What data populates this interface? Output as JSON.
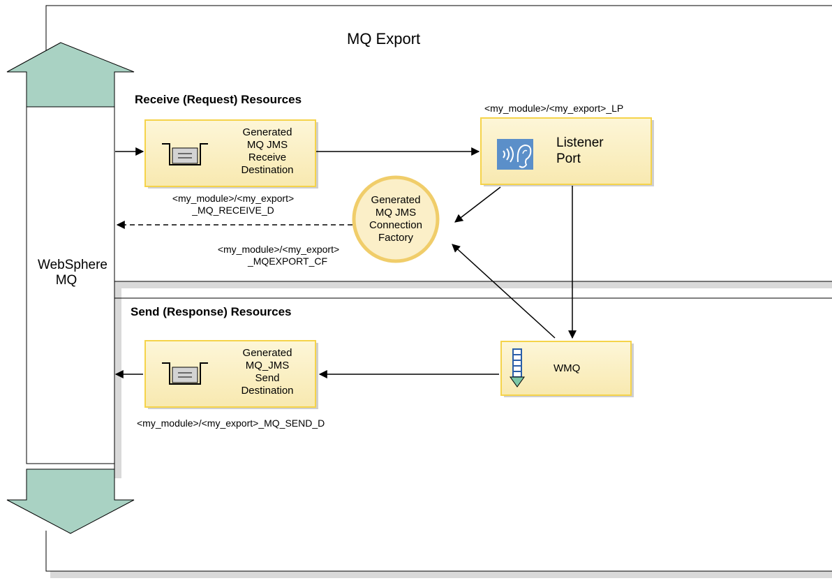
{
  "title": "MQ Export",
  "side_label": [
    "WebSphere",
    "MQ"
  ],
  "sections": {
    "receive": "Receive (Request) Resources",
    "send": "Send (Response) Resources"
  },
  "nodes": {
    "receive_destination": {
      "lines": [
        "Generated",
        "MQ JMS",
        "Receive",
        "Destination"
      ],
      "caption": [
        "<my_module>/<my_export>",
        "_MQ_RECEIVE_D"
      ],
      "icon": "queue-icon"
    },
    "listener_port": {
      "lines": [
        "Listener",
        "Port"
      ],
      "caption": "<my_module>/<my_export>_LP",
      "icon": "ear-icon"
    },
    "connection_factory": {
      "lines": [
        "Generated",
        "MQ JMS",
        "Connection",
        "Factory"
      ],
      "caption": [
        "<my_module>/<my_export>",
        "_MQEXPORT_CF"
      ]
    },
    "wmq": {
      "label": "WMQ",
      "icon": "ladder-arrow-icon"
    },
    "send_destination": {
      "lines": [
        "Generated",
        "MQ_JMS",
        "Send",
        "Destination"
      ],
      "caption": "<my_module>/<my_export>_MQ_SEND_D",
      "icon": "queue-icon"
    }
  },
  "colors": {
    "box_fill": "#fbf0c8",
    "box_border": "#f5d34a",
    "circle_fill": "#fbefc8",
    "circle_border": "#f0cd6a",
    "arrow_fill": "#a9d2c3",
    "frame": "#000000",
    "shadow": "#d9d9d9",
    "icon_blue": "#5b8fc9"
  }
}
